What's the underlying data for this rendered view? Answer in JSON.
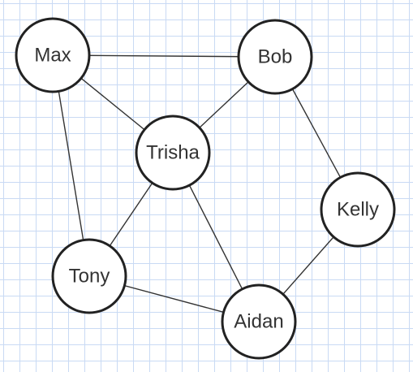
{
  "graph": {
    "nodes": [
      {
        "id": "max",
        "label": "Max"
      },
      {
        "id": "bob",
        "label": "Bob"
      },
      {
        "id": "trisha",
        "label": "Trisha"
      },
      {
        "id": "kelly",
        "label": "Kelly"
      },
      {
        "id": "tony",
        "label": "Tony"
      },
      {
        "id": "aidan",
        "label": "Aidan"
      }
    ],
    "edges": [
      [
        "max",
        "bob"
      ],
      [
        "max",
        "trisha"
      ],
      [
        "max",
        "tony"
      ],
      [
        "bob",
        "trisha"
      ],
      [
        "bob",
        "kelly"
      ],
      [
        "trisha",
        "tony"
      ],
      [
        "trisha",
        "aidan"
      ],
      [
        "kelly",
        "aidan"
      ],
      [
        "tony",
        "aidan"
      ]
    ]
  },
  "colors": {
    "grid_line": "#c9daf4",
    "node_stroke": "#222222",
    "edge_stroke": "#333333",
    "label_text": "#333333"
  }
}
